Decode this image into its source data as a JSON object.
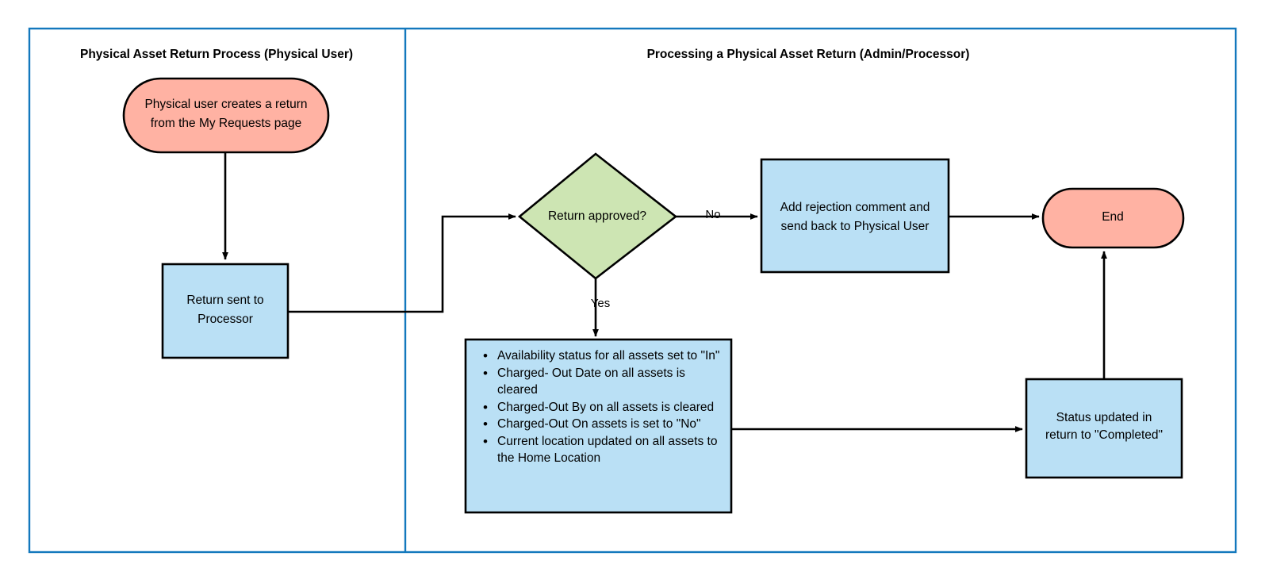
{
  "diagram": {
    "title": "Physical Asset Return Process",
    "type": "flowchart",
    "colors": {
      "pool_border": "#1378bd",
      "terminator_fill": "#ffb2a3",
      "process_fill": "#bae0f5",
      "decision_fill": "#cde5b3",
      "shape_stroke": "#000000",
      "edge_stroke": "#000000"
    }
  },
  "lanes": [
    {
      "id": "lane-physical-user",
      "title": "Physical Asset Return Process (Physical User)"
    },
    {
      "id": "lane-admin-processor",
      "title": "Processing a Physical Asset Return (Admin/Processor)"
    }
  ],
  "nodes": {
    "start": {
      "shape": "terminator",
      "line1": "Physical user creates a return",
      "line2": "from the My Requests page"
    },
    "return_sent": {
      "shape": "process",
      "line1": "Return sent to",
      "line2": "Processor"
    },
    "decision": {
      "shape": "decision",
      "label": "Return approved?"
    },
    "rejection": {
      "shape": "process",
      "line1": "Add rejection comment and",
      "line2": "send back to Physical User"
    },
    "end": {
      "shape": "terminator",
      "label": "End"
    },
    "asset_updates": {
      "shape": "process",
      "bullets": [
        "Availability status for all assets set to \"In\"",
        "Charged- Out Date on all assets is cleared",
        "Charged-Out By on all assets is cleared",
        "Charged-Out On assets  is set to \"No\"",
        "Current location updated on all assets to the Home Location"
      ]
    },
    "status_updated": {
      "shape": "process",
      "line1": "Status updated in",
      "line2": "return to \"Completed\""
    }
  },
  "edge_labels": {
    "no": "No",
    "yes": "Yes"
  },
  "edges": [
    {
      "from": "start",
      "to": "return_sent",
      "label": ""
    },
    {
      "from": "return_sent",
      "to": "decision",
      "label": ""
    },
    {
      "from": "decision",
      "to": "rejection",
      "label": "No"
    },
    {
      "from": "rejection",
      "to": "end",
      "label": ""
    },
    {
      "from": "decision",
      "to": "asset_updates",
      "label": "Yes"
    },
    {
      "from": "asset_updates",
      "to": "status_updated",
      "label": ""
    },
    {
      "from": "status_updated",
      "to": "end",
      "label": ""
    }
  ]
}
